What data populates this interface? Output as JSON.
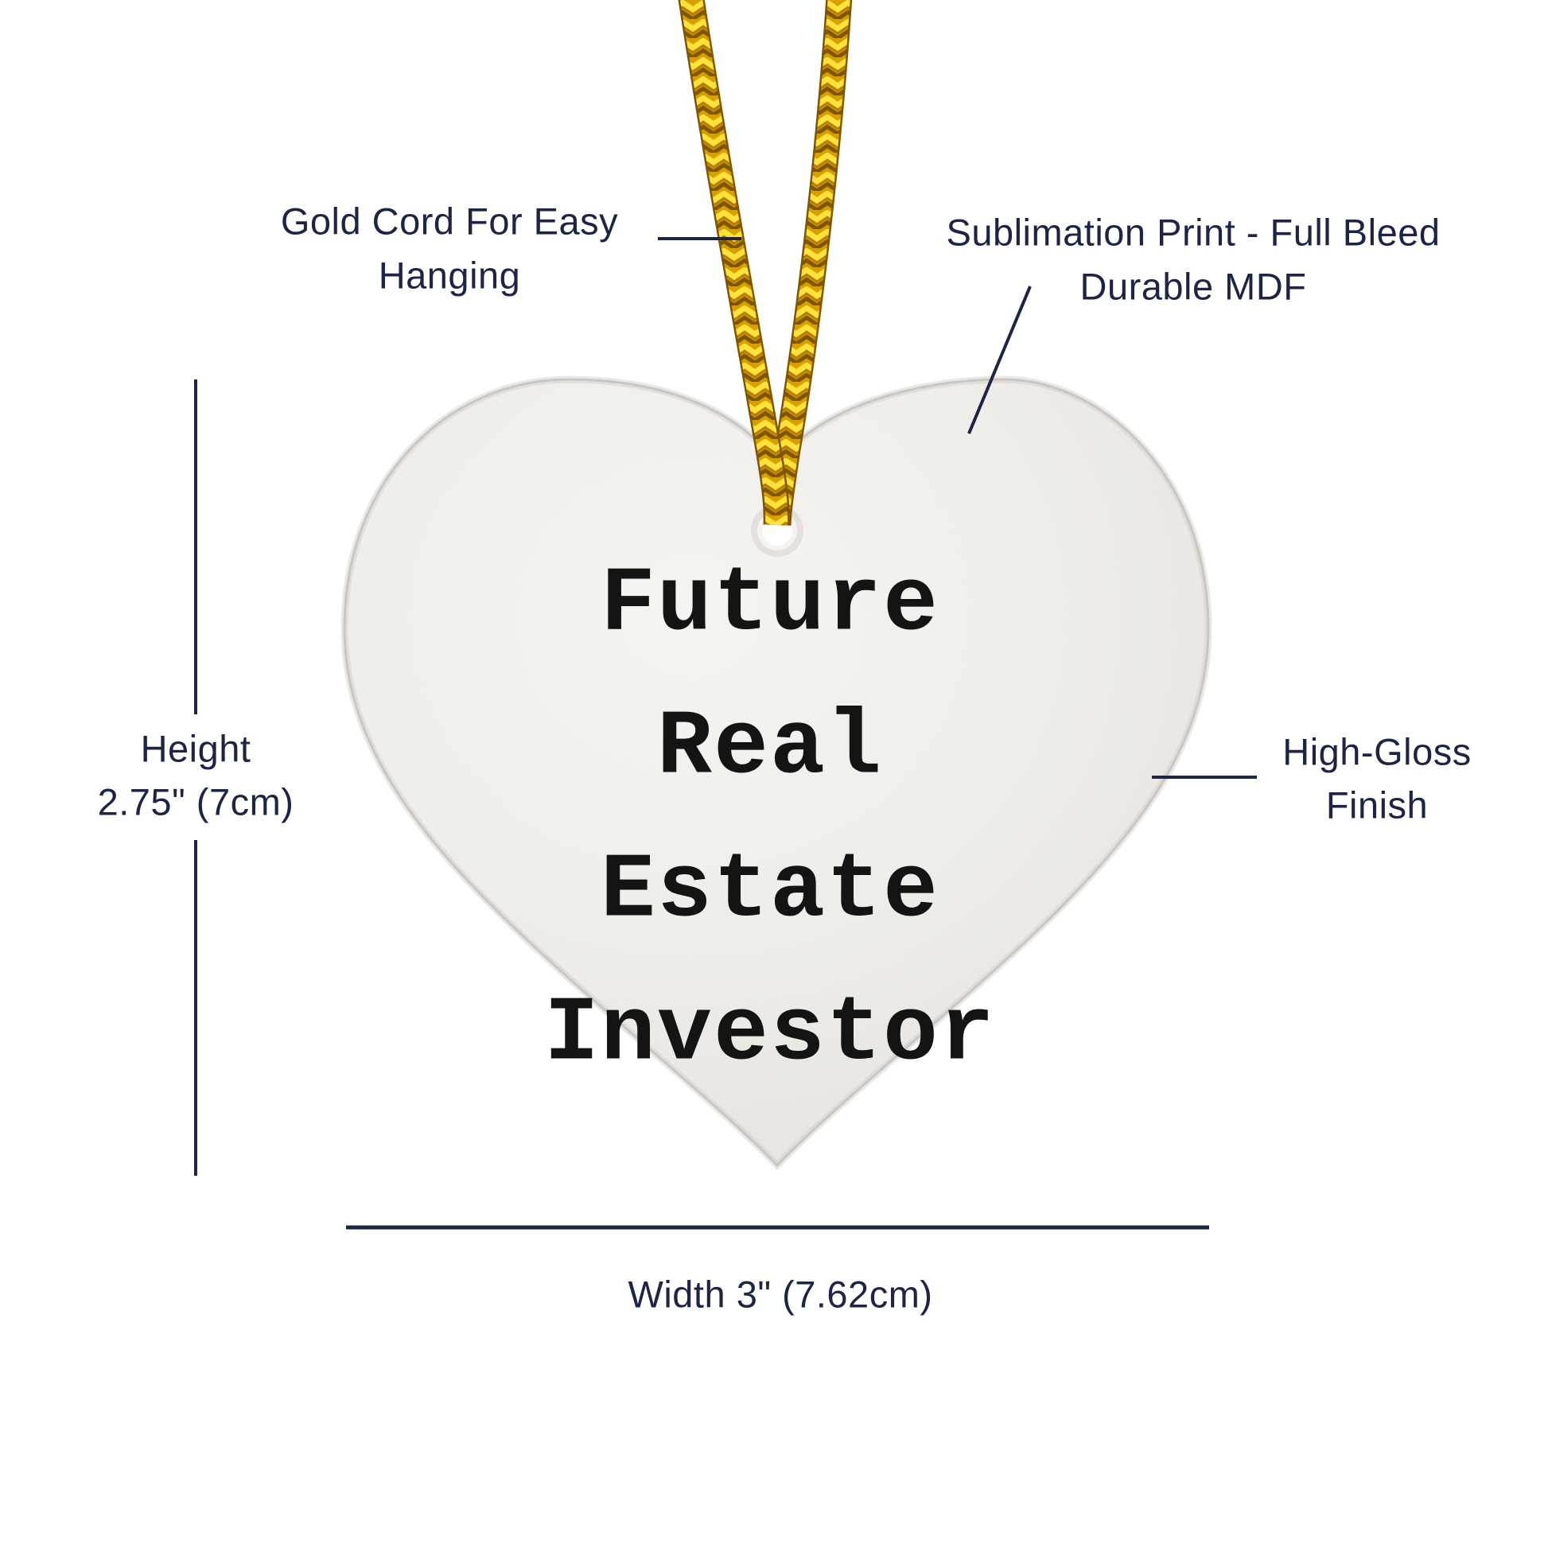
{
  "product": {
    "name": "heart-ornament",
    "engraving_lines": [
      "Future",
      "Real",
      "Estate",
      "Investor"
    ]
  },
  "annotations": {
    "cord": {
      "line1": "Gold Cord For Easy",
      "line2": "Hanging"
    },
    "print": {
      "line1": "Sublimation Print - Full Bleed",
      "line2": "Durable MDF"
    },
    "finish": {
      "line1": "High-Gloss",
      "line2": "Finish"
    },
    "height": {
      "line1": "Height",
      "line2": "2.75\" (7cm)"
    },
    "width": {
      "label": "Width 3\" (7.62cm)"
    }
  },
  "colors": {
    "label_navy": "#1e2444",
    "engraving_black": "#141414",
    "ornament_light": "#f6f4f1",
    "ornament_dark": "#dbd8d3",
    "ornament_edge": "#c6c2bd",
    "cord_gold_bright": "#ffe23a",
    "cord_gold_mid": "#d89f00",
    "cord_gold_dark": "#7f5600"
  }
}
